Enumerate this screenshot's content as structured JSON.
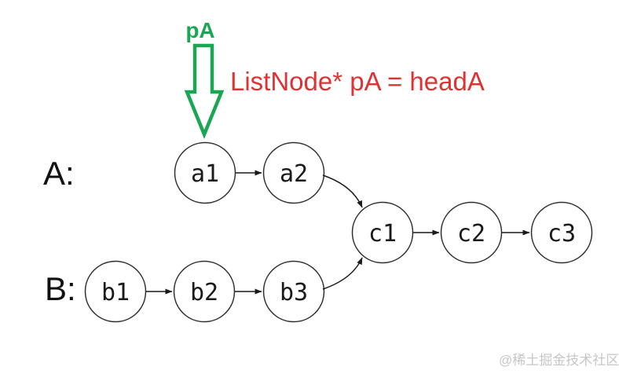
{
  "pointer": {
    "label": "pA"
  },
  "annotation": {
    "text": "ListNode* pA = headA"
  },
  "lists": {
    "a": {
      "label": "A:",
      "nodes": [
        "a1",
        "a2"
      ]
    },
    "b": {
      "label": "B:",
      "nodes": [
        "b1",
        "b2",
        "b3"
      ]
    },
    "shared": {
      "nodes": [
        "c1",
        "c2",
        "c3"
      ]
    }
  },
  "watermark": "@稀土掘金技术社区",
  "colors": {
    "green": "#1aa653",
    "red": "#e03232",
    "node_stroke": "#2f2f2f",
    "watermark": "#c6c6c6"
  }
}
